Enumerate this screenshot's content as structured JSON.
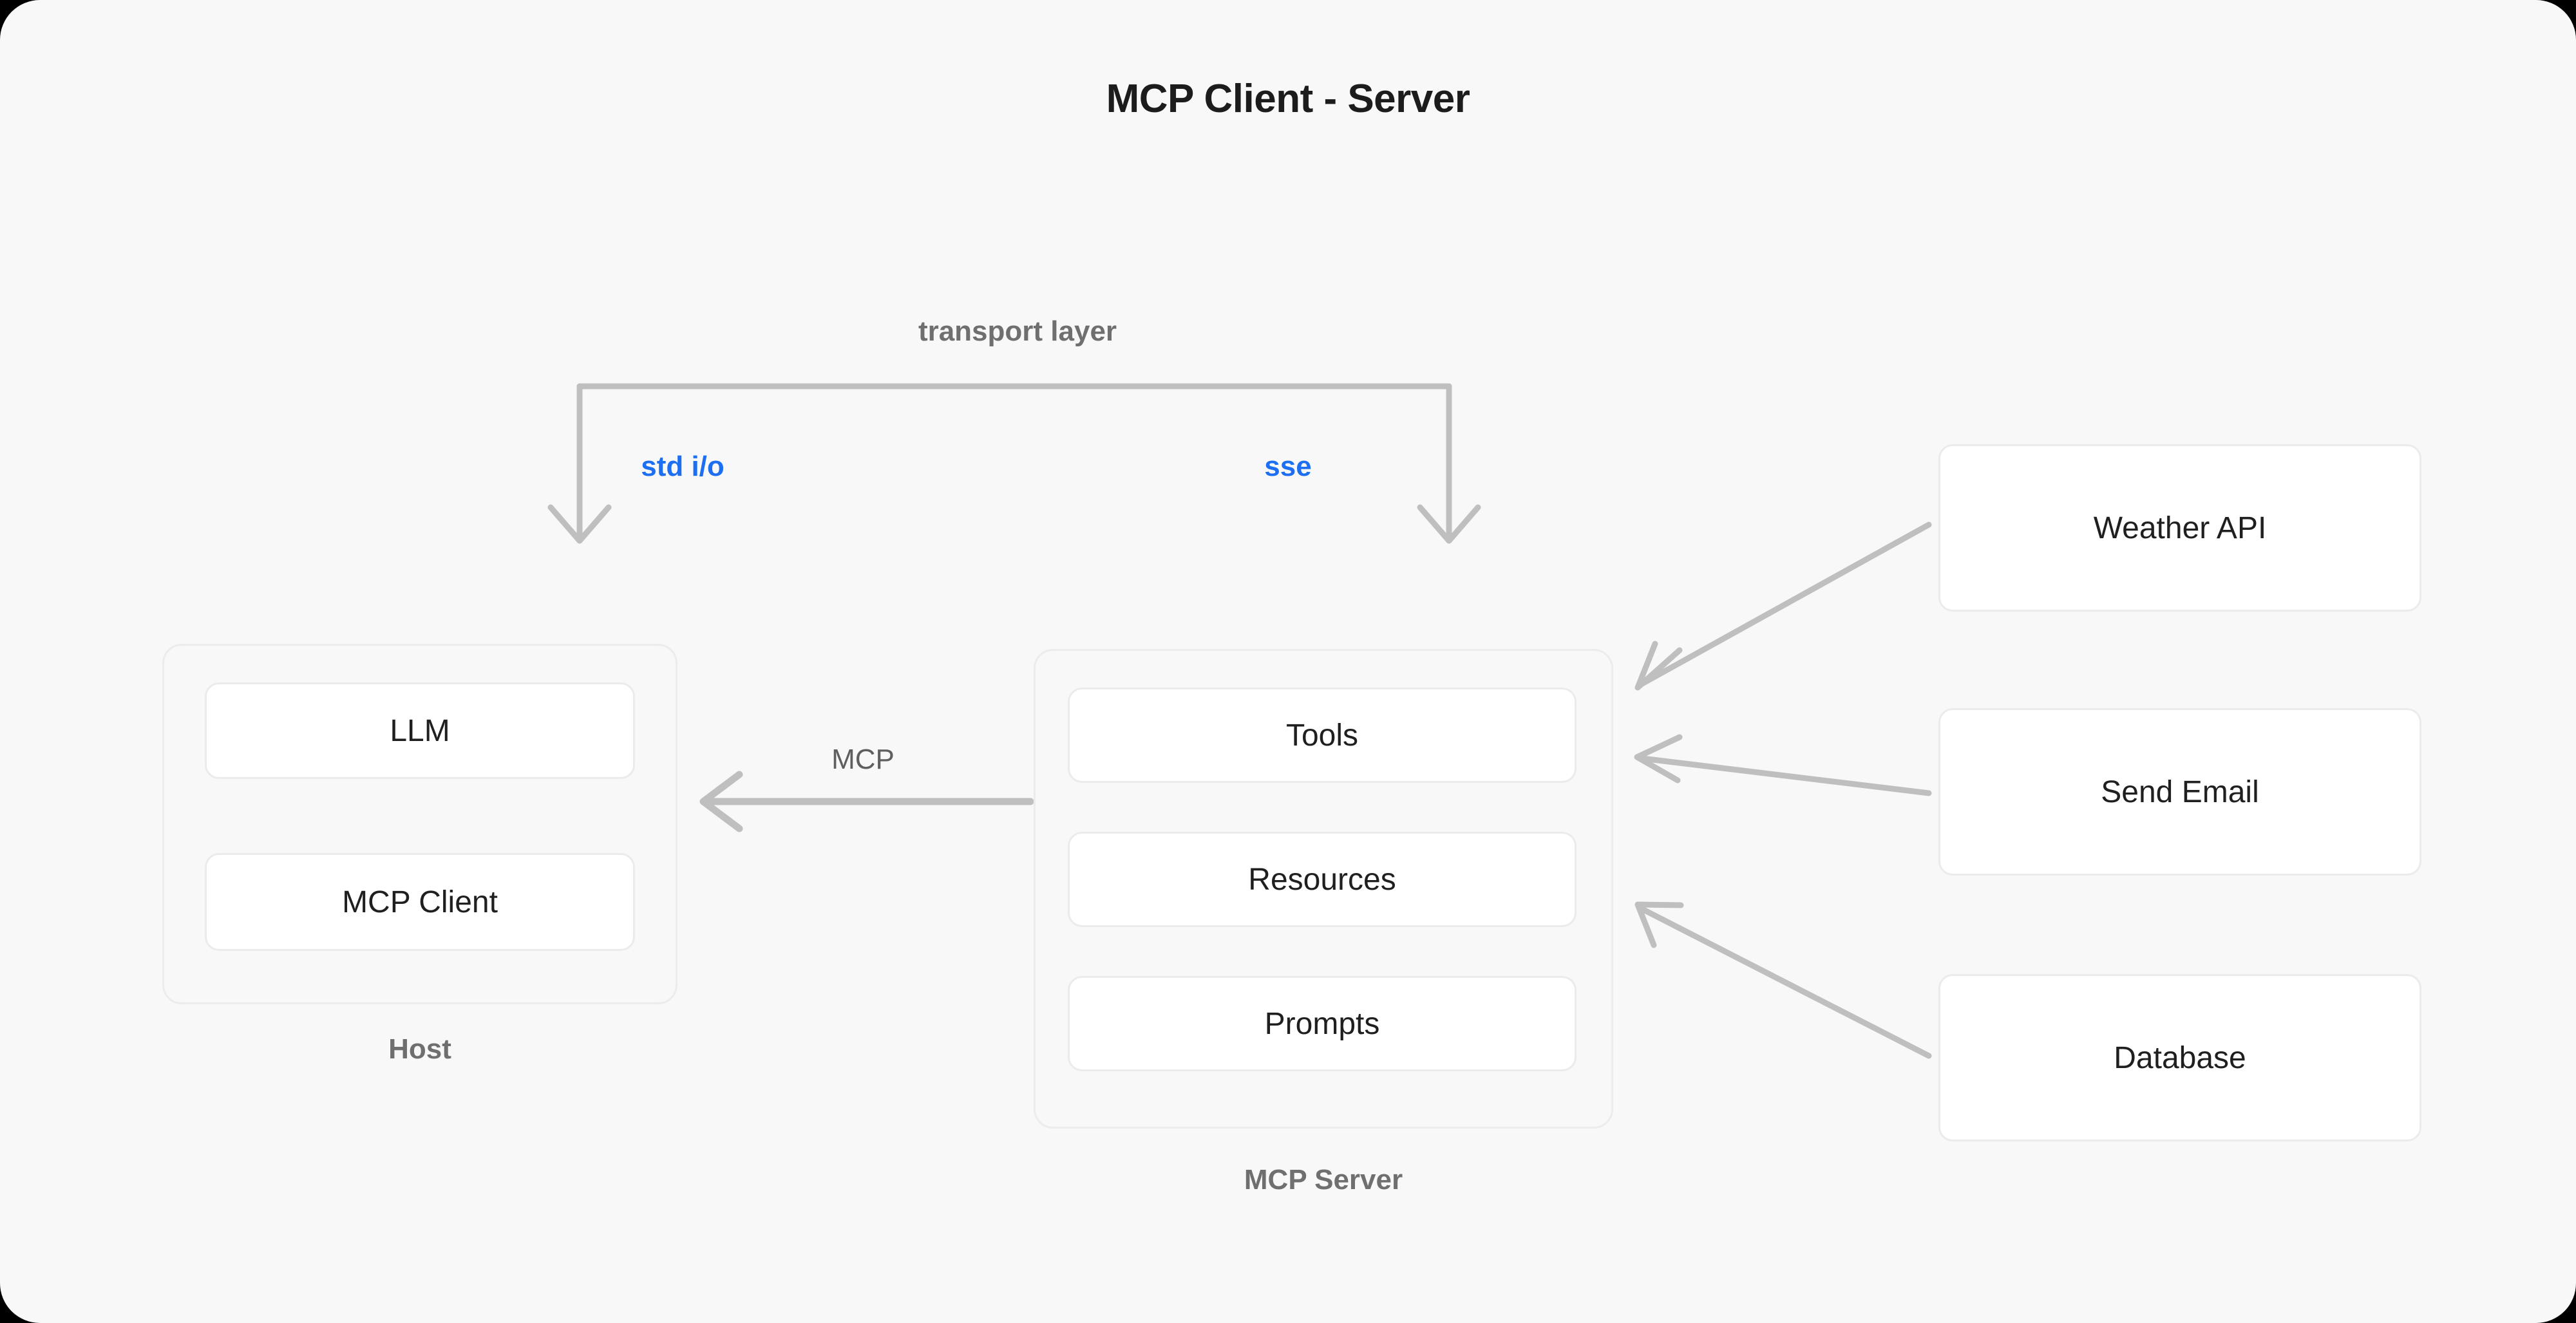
{
  "title": "MCP Client - Server",
  "colors": {
    "canvas_background": "#f8f8f8",
    "accent_blue": "#1d6ff2",
    "wire_gray": "#bfbfbf",
    "caption_gray": "#6f6f6f",
    "node_text": "#1f1f1f"
  },
  "transport": {
    "label": "transport layer",
    "protocols": [
      {
        "name": "std i/o",
        "target": "Host"
      },
      {
        "name": "sse",
        "target": "MCP Server"
      }
    ]
  },
  "host": {
    "caption": "Host",
    "nodes": [
      {
        "label": "LLM"
      },
      {
        "label": "MCP Client"
      }
    ],
    "internal_arrow": "mcp-client-to-llm"
  },
  "server": {
    "caption": "MCP Server",
    "nodes": [
      {
        "label": "Tools"
      },
      {
        "label": "Resources"
      },
      {
        "label": "Prompts"
      }
    ]
  },
  "edges": [
    {
      "label": "MCP",
      "from": "MCP Server",
      "to": "Host",
      "direction": "left"
    }
  ],
  "services": [
    {
      "label": "Weather API"
    },
    {
      "label": "Send Email"
    },
    {
      "label": "Database"
    }
  ]
}
